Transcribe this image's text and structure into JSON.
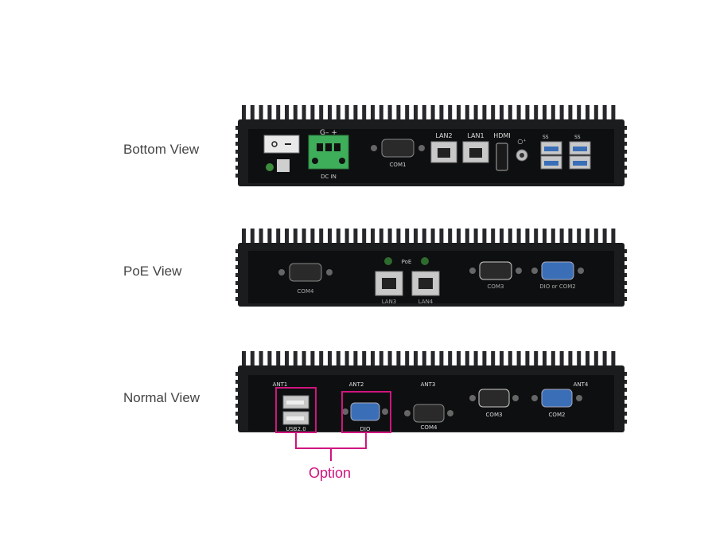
{
  "views": {
    "bottom": {
      "label": "Bottom View",
      "ports": {
        "dc_polarity": "G– +",
        "dc_in": "DC   IN",
        "com1": "COM1",
        "lan2": "LAN2",
        "lan1": "LAN1",
        "hdmi": "HDMI",
        "usb_ss_a": "SS",
        "usb_ss_b": "SS"
      }
    },
    "poe": {
      "label": "PoE View",
      "ports": {
        "poe": "PoE",
        "com4": "COM4",
        "lan3": "LAN3",
        "lan4": "LAN4",
        "com3": "COM3",
        "dio_or_com2": "DIO  or  COM2"
      }
    },
    "normal": {
      "label": "Normal View",
      "ports": {
        "ant1": "ANT1",
        "ant2": "ANT2",
        "ant3": "ANT3",
        "ant4": "ANT4",
        "usb20": "USB2.0",
        "dio": "DIO",
        "com4": "COM4",
        "com3": "COM3",
        "com2": "COM2"
      }
    }
  },
  "option": {
    "label": "Option"
  },
  "colors": {
    "chassis": "#1b1c1e",
    "panel": "#0e0f10",
    "terminal_green": "#3fae5a",
    "db9_blue": "#3a6fb8",
    "option_highlight": "#d0157f"
  }
}
